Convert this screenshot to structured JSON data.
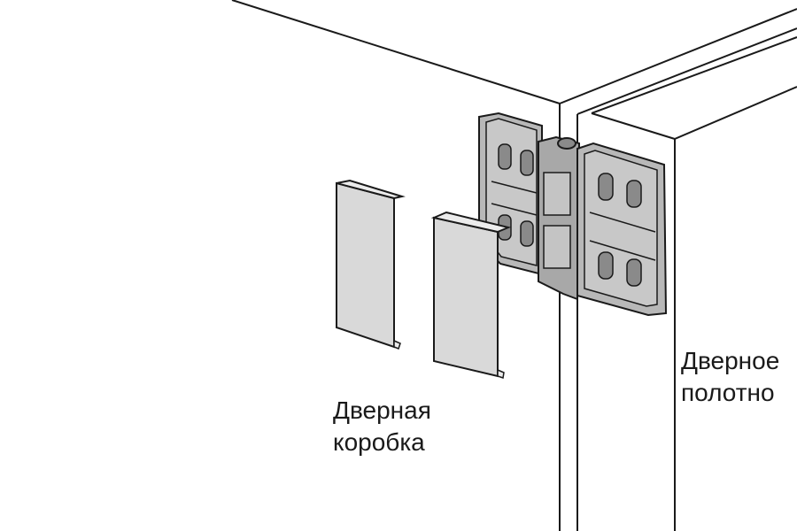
{
  "labels": {
    "door_frame": [
      "Дверная",
      "коробка"
    ],
    "door_leaf": [
      "Дверное",
      "полотно"
    ]
  },
  "colors": {
    "line": "#1a1a1a",
    "background": "#ffffff",
    "hinge_fill": "#b8b8b8",
    "hinge_dark": "#8a8a8a",
    "cover_fill": "#d9d9d9"
  }
}
